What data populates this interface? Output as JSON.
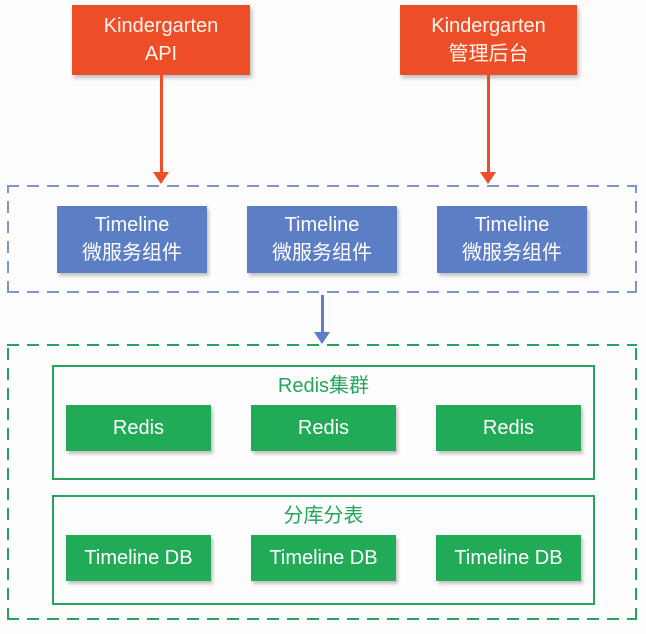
{
  "diagram": {
    "sources": [
      {
        "lines": [
          "Kindergarten",
          "API"
        ]
      },
      {
        "lines": [
          "Kindergarten",
          "管理后台"
        ]
      }
    ],
    "service_layer": {
      "boxes": [
        {
          "lines": [
            "Timeline",
            "微服务组件"
          ]
        },
        {
          "lines": [
            "Timeline",
            "微服务组件"
          ]
        },
        {
          "lines": [
            "Timeline",
            "微服务组件"
          ]
        }
      ]
    },
    "storage_layer": {
      "groups": [
        {
          "title": "Redis集群",
          "boxes": [
            "Redis",
            "Redis",
            "Redis"
          ]
        },
        {
          "title": "分库分表",
          "boxes": [
            "Timeline DB",
            "Timeline DB",
            "Timeline DB"
          ]
        }
      ]
    },
    "colors": {
      "source_box": "#ee4e27",
      "arrow_orange": "#ee4e27",
      "service_box": "#5b7ec4",
      "service_frame_dash": "#7e96cb",
      "arrow_blue": "#5b7ec4",
      "storage_box": "#21ab57",
      "storage_frame_dash": "#25a55b",
      "storage_title_text": "#25a55b",
      "box_text": "#ffffff"
    }
  }
}
